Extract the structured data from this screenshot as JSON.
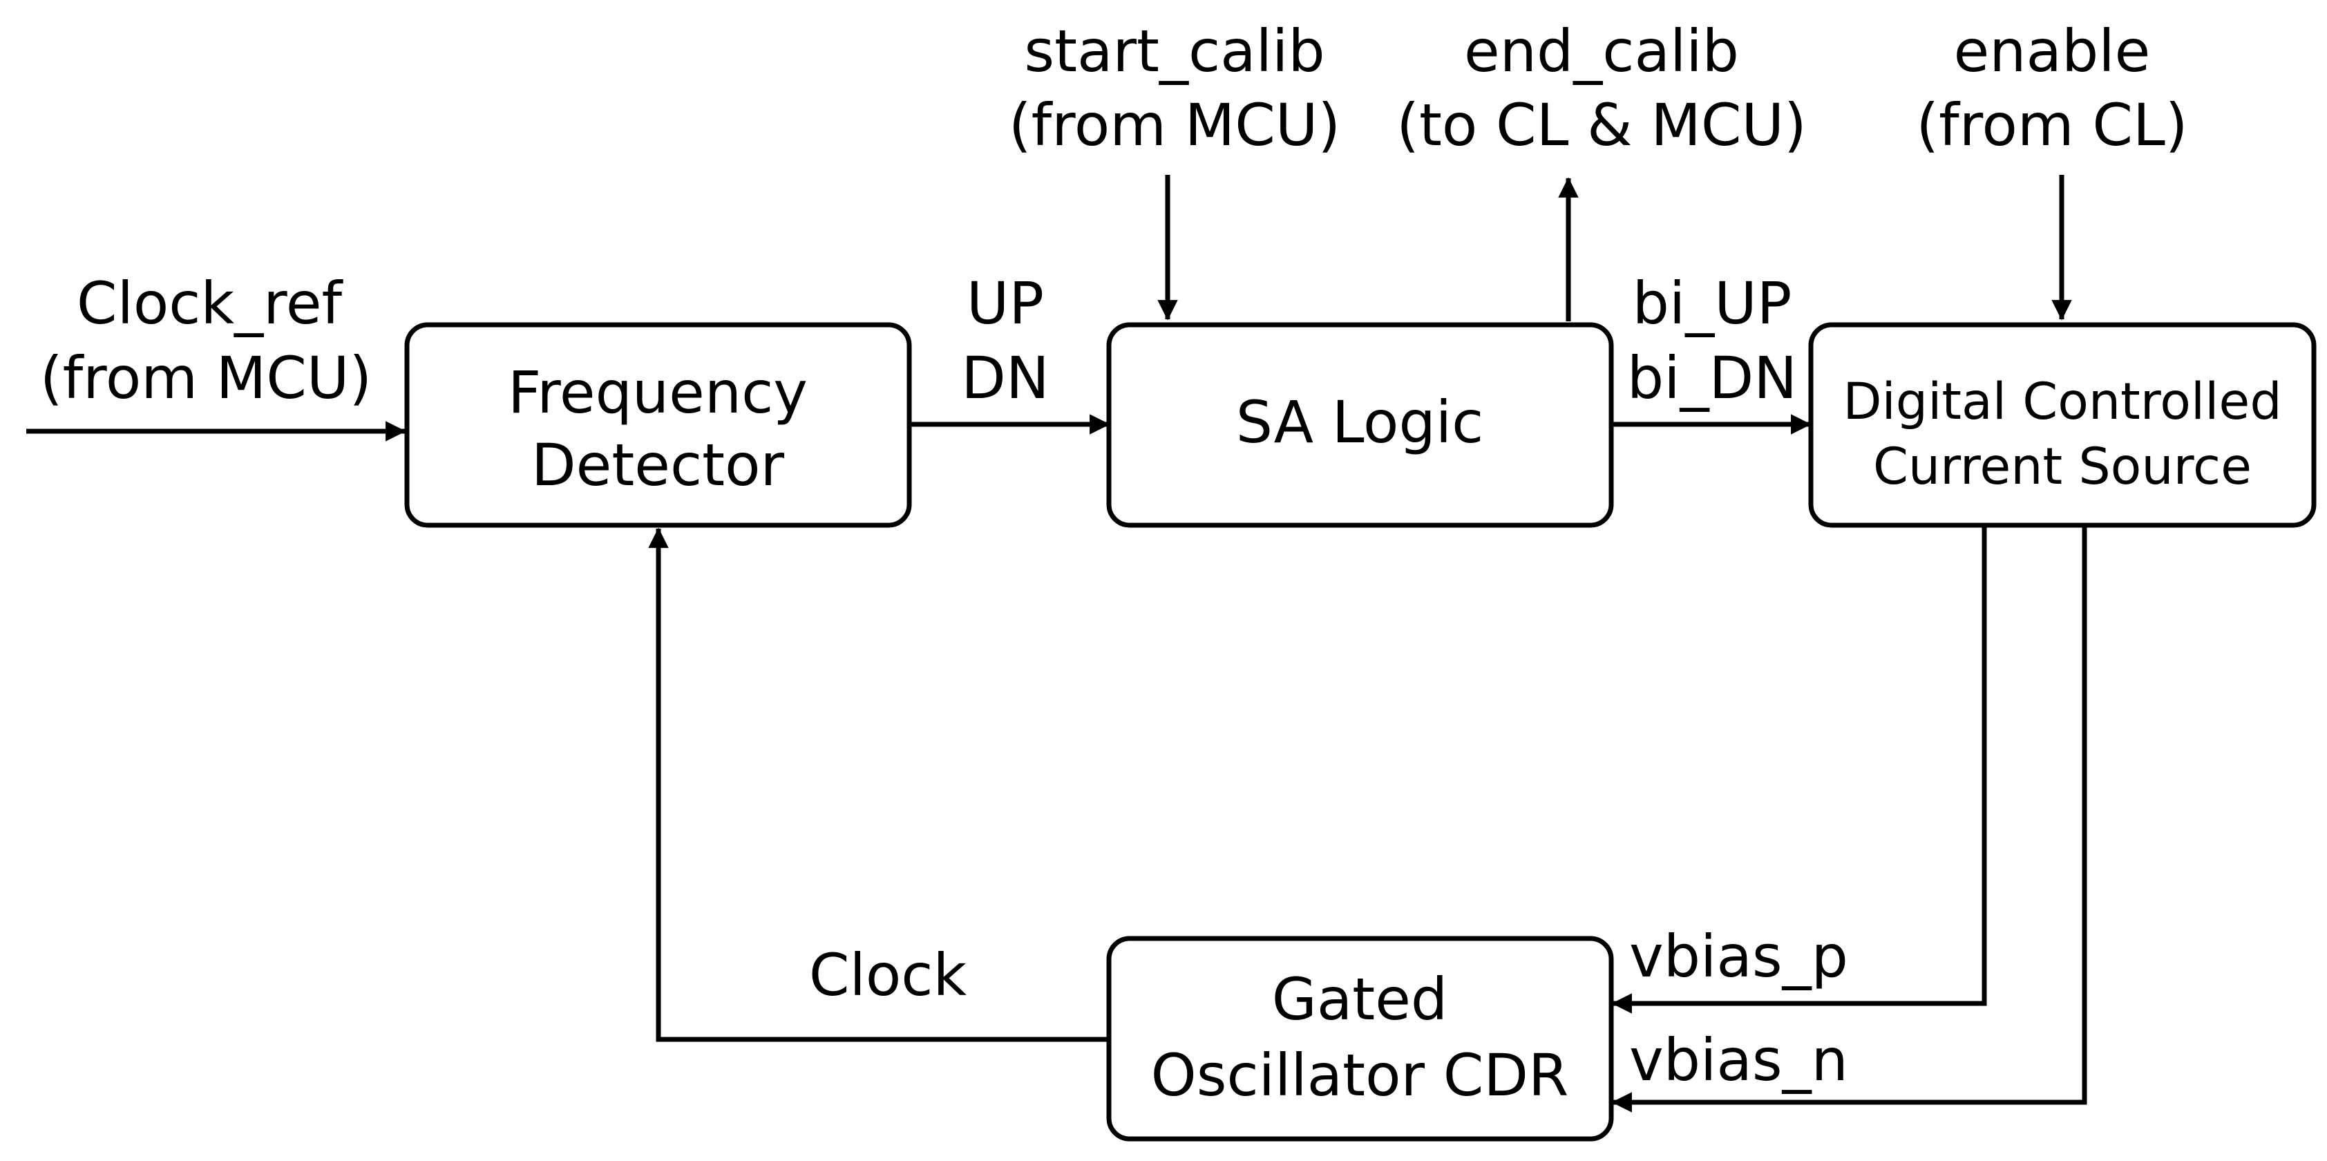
{
  "blocks": {
    "frequency_detector": [
      "Frequency",
      "Detector"
    ],
    "sa_logic": [
      "SA Logic"
    ],
    "current_source": [
      "Digital Controlled",
      "Current Source"
    ],
    "oscillator": [
      "Gated",
      "Oscillator CDR"
    ]
  },
  "signals": {
    "clock_ref": [
      "Clock_ref",
      "(from MCU)"
    ],
    "up_dn": [
      "UP",
      "DN"
    ],
    "start_calib": [
      "start_calib",
      "(from MCU)"
    ],
    "end_calib": [
      "end_calib",
      "(to CL & MCU)"
    ],
    "enable": [
      "enable",
      "(from CL)"
    ],
    "bi_up_dn": [
      "bi_UP",
      "bi_DN"
    ],
    "vbias_p": "vbias_p",
    "vbias_n": "vbias_n",
    "clock": "Clock"
  }
}
